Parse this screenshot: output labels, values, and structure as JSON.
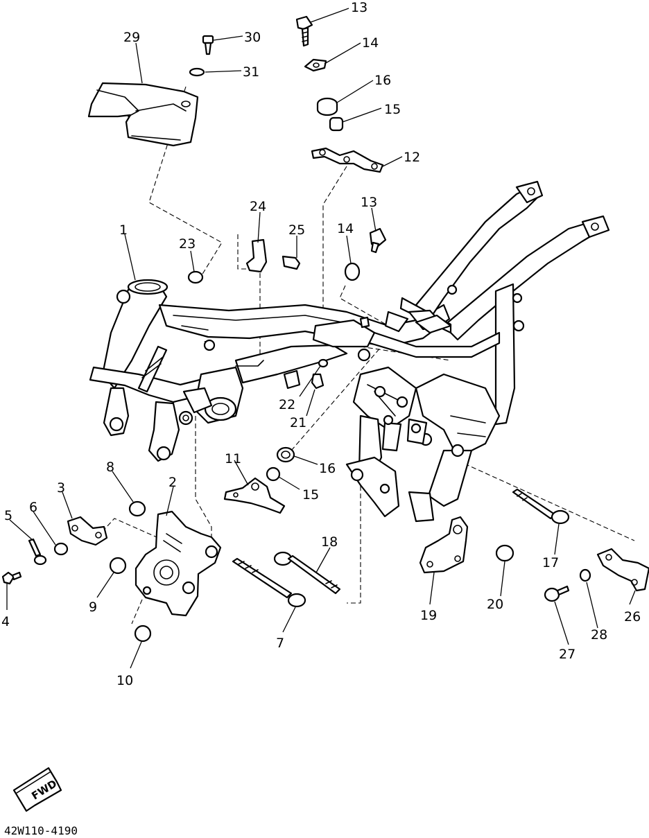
{
  "diagram": {
    "drawing_code": "42W110-4190",
    "fwd_label": "FWD",
    "callouts": [
      {
        "id": "c1",
        "label": "1"
      },
      {
        "id": "c2",
        "label": "2"
      },
      {
        "id": "c3",
        "label": "3"
      },
      {
        "id": "c4",
        "label": "4"
      },
      {
        "id": "c5",
        "label": "5"
      },
      {
        "id": "c6",
        "label": "6"
      },
      {
        "id": "c7",
        "label": "7"
      },
      {
        "id": "c8",
        "label": "8"
      },
      {
        "id": "c9",
        "label": "9"
      },
      {
        "id": "c10",
        "label": "10"
      },
      {
        "id": "c11",
        "label": "11"
      },
      {
        "id": "c12",
        "label": "12"
      },
      {
        "id": "c13a",
        "label": "13"
      },
      {
        "id": "c13b",
        "label": "13"
      },
      {
        "id": "c14a",
        "label": "14"
      },
      {
        "id": "c14b",
        "label": "14"
      },
      {
        "id": "c15a",
        "label": "15"
      },
      {
        "id": "c15b",
        "label": "15"
      },
      {
        "id": "c16a",
        "label": "16"
      },
      {
        "id": "c16b",
        "label": "16"
      },
      {
        "id": "c17",
        "label": "17"
      },
      {
        "id": "c18",
        "label": "18"
      },
      {
        "id": "c19",
        "label": "19"
      },
      {
        "id": "c20",
        "label": "20"
      },
      {
        "id": "c21",
        "label": "21"
      },
      {
        "id": "c22",
        "label": "22"
      },
      {
        "id": "c23",
        "label": "23"
      },
      {
        "id": "c24",
        "label": "24"
      },
      {
        "id": "c25",
        "label": "25"
      },
      {
        "id": "c26",
        "label": "26"
      },
      {
        "id": "c27",
        "label": "27"
      },
      {
        "id": "c28",
        "label": "28"
      },
      {
        "id": "c29",
        "label": "29"
      },
      {
        "id": "c30",
        "label": "30"
      },
      {
        "id": "c31",
        "label": "31"
      }
    ]
  }
}
